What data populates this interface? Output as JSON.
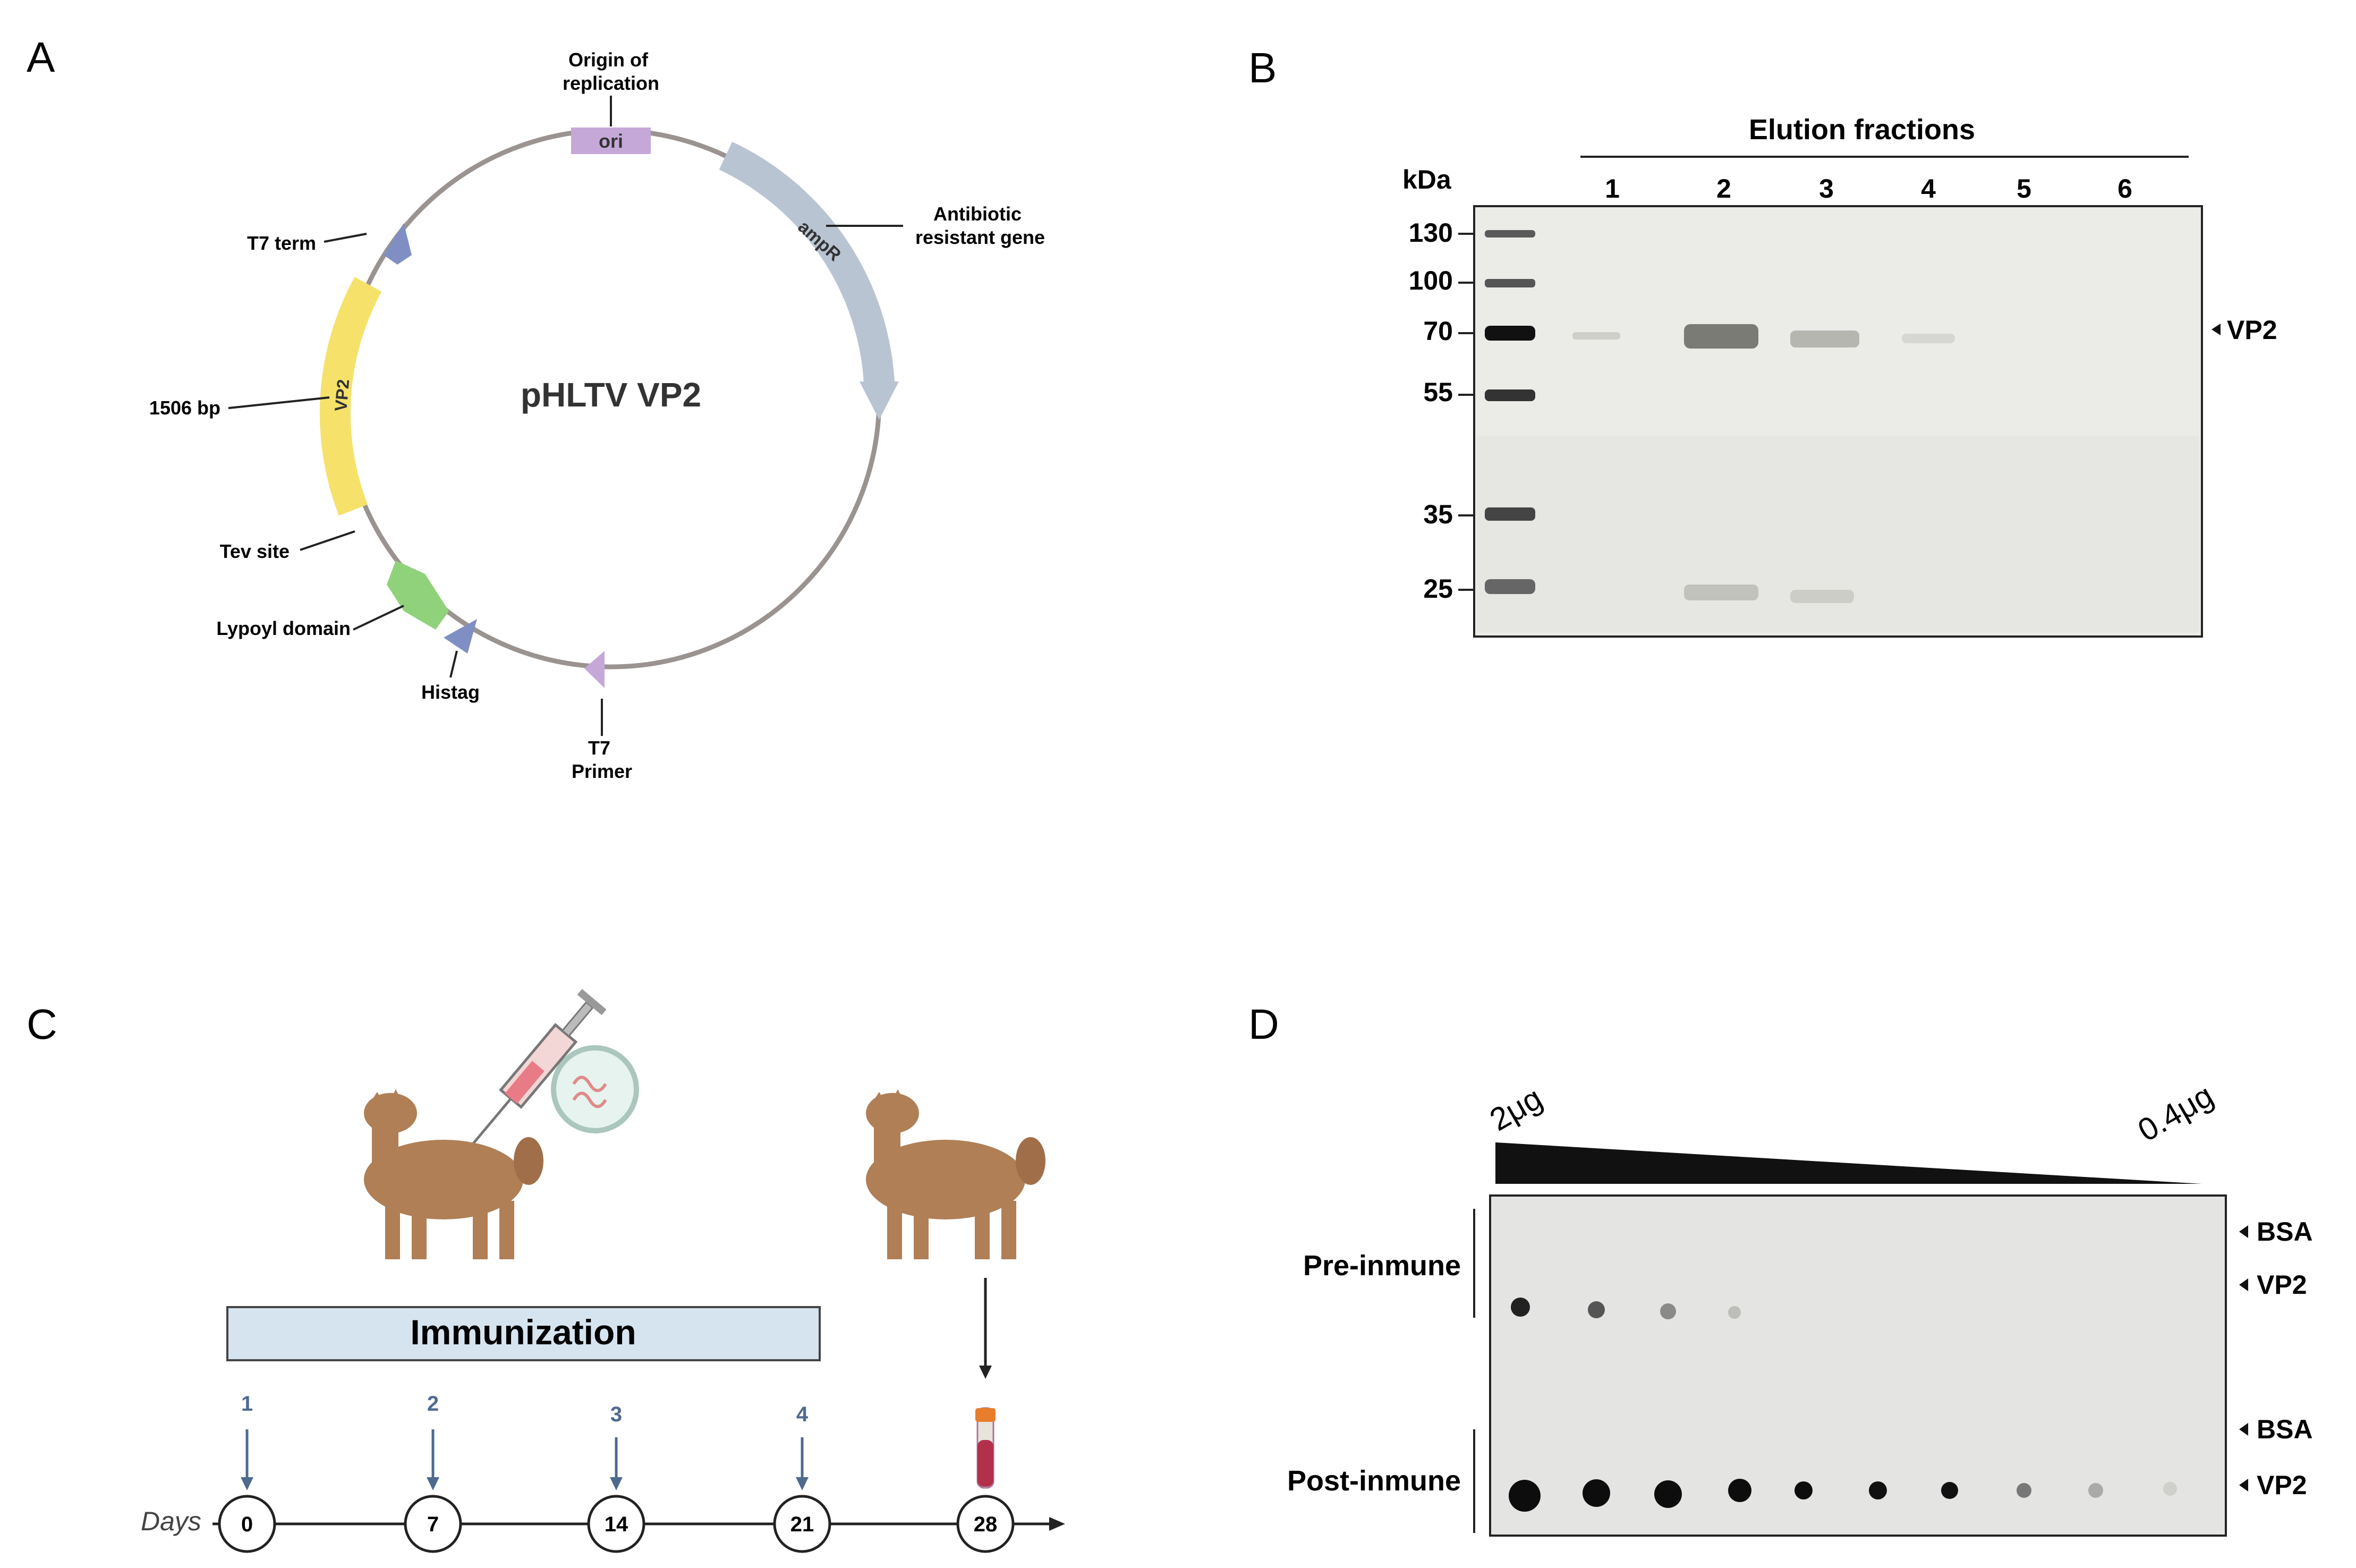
{
  "panels": {
    "A": {
      "letter": "A",
      "plasmid_name": "pHLTV VP2",
      "features": {
        "ori": "ori",
        "ampR": "ampR",
        "vp2": "VP2"
      },
      "labels": {
        "origin": [
          "Origin of",
          "replication"
        ],
        "antibiotic": [
          "Antibiotic",
          "resistant gene"
        ],
        "t7term": "T7 term",
        "bp": "1506 bp",
        "tev": "Tev site",
        "lypoyl": "Lypoyl domain",
        "histag": "Histag",
        "t7primer": [
          "T7",
          "Primer"
        ]
      },
      "colors": {
        "ori": "#c5a8d8",
        "ampR": "#b9c4d3",
        "vp2": "#f6e16b",
        "lypoyl": "#8fd27b",
        "arrows": "#7f8fc4",
        "backbone": "#9a9390"
      }
    },
    "B": {
      "letter": "B",
      "header": "Elution fractions",
      "kda_label": "kDa",
      "lanes": [
        "1",
        "2",
        "3",
        "4",
        "5",
        "6"
      ],
      "markers": [
        "130",
        "100",
        "70",
        "55",
        "35",
        "25"
      ],
      "band_label": "VP2"
    },
    "C": {
      "letter": "C",
      "immunization_label": "Immunization",
      "days_label": "Days",
      "days": [
        "0",
        "7",
        "14",
        "21",
        "28"
      ],
      "doses": [
        "1",
        "2",
        "3",
        "4"
      ],
      "colors": {
        "box_fill": "#d6e4f0",
        "dose_arrow": "#4f6a8f",
        "llama": "#b07f56"
      }
    },
    "D": {
      "letter": "D",
      "max_label": "2μg",
      "min_label": "0.4μg",
      "row_labels": [
        "Pre-inmune",
        "Post-inmune"
      ],
      "right_labels": [
        "BSA",
        "VP2",
        "BSA",
        "VP2"
      ]
    }
  }
}
